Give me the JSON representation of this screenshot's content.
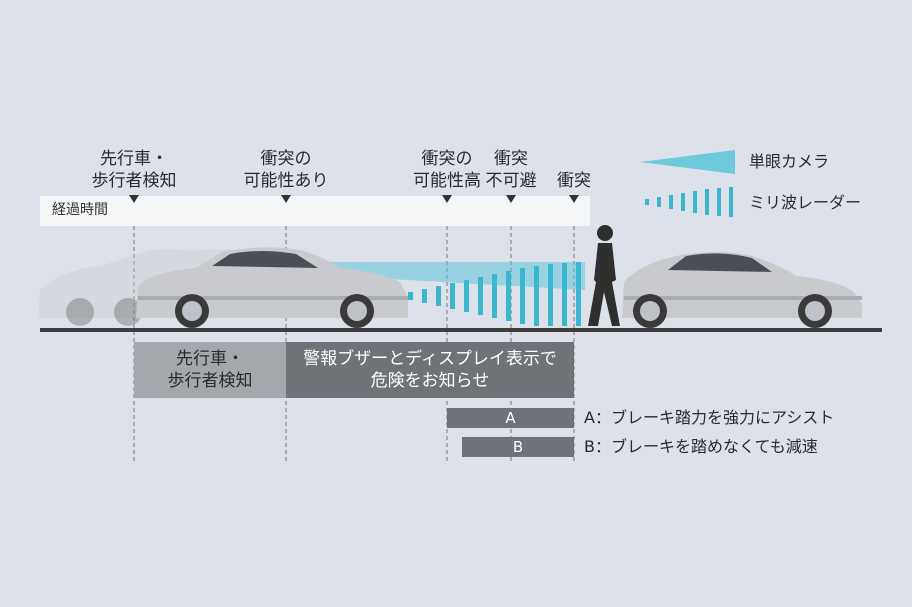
{
  "events": [
    {
      "label": "先行車・\n歩行者検知"
    },
    {
      "label": "衝突の\n可能性あり"
    },
    {
      "label": "衝突の\n可能性高"
    },
    {
      "label": "衝突\n不可避"
    },
    {
      "label": "衝突"
    }
  ],
  "timeline_label": "経過時間",
  "legend": {
    "camera": "単眼カメラ",
    "radar": "ミリ波レーダー",
    "camera_color": "#3ab6cf",
    "radar_color": "#3ab6cf"
  },
  "phases": {
    "detect": "先行車・\n歩行者検知",
    "warn": "警報ブザーとディスプレイ表示で\n危険をお知らせ"
  },
  "brakes": {
    "a_label": "A",
    "b_label": "B",
    "a_note": "A：ブレーキ踏力を強力にアシスト",
    "b_note": "B：ブレーキを踏めなくても減速"
  },
  "colors": {
    "background": "#dde2ea",
    "phase_light": "#a4a8ad",
    "phase_dark": "#6f7378",
    "car_body": "#c8cacd"
  }
}
